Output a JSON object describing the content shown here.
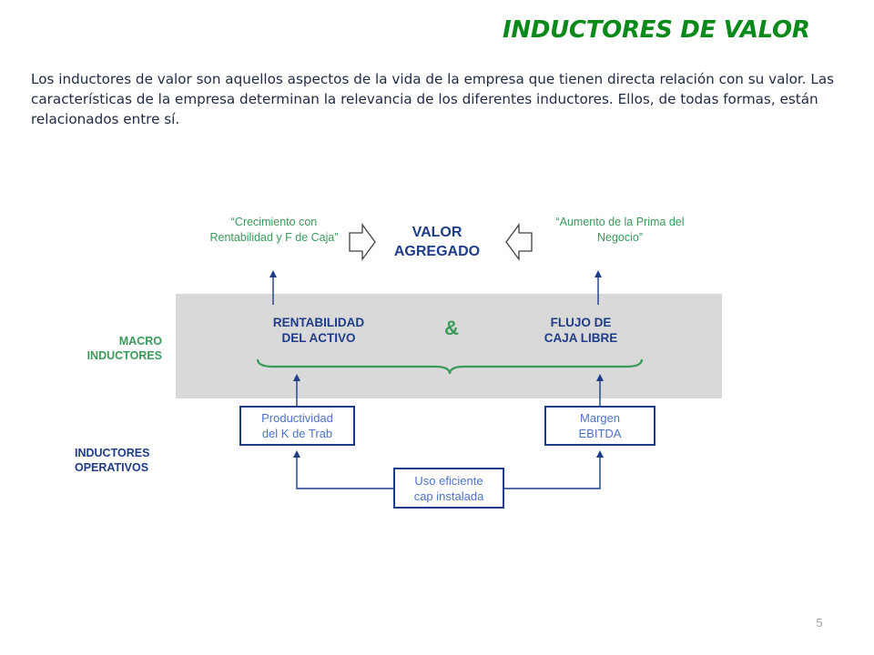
{
  "title": "INDUCTORES DE VALOR",
  "intro": "Los inductores de valor son aquellos aspectos de la vida de la empresa que tienen directa relación con su valor. Las características de la empresa determinan la relevancia de los diferentes inductores. Ellos, de todas formas, están relacionados entre sí.",
  "diagram": {
    "quote_left": [
      "“Crecimiento con",
      "Rentabilidad  y F de Caja”"
    ],
    "quote_right": [
      "“Aumento de la Prima del",
      "Negocio”"
    ],
    "valor_agregado": [
      "VALOR",
      "AGREGADO"
    ],
    "rentabilidad": [
      "RENTABILIDAD",
      "DEL ACTIVO"
    ],
    "ampersand": "&",
    "flujo": [
      "FLUJO DE",
      "CAJA LIBRE"
    ],
    "macro_label": [
      "MACRO",
      "INDUCTORES"
    ],
    "operativos_label": [
      "INDUCTORES",
      "OPERATIVOS"
    ],
    "productividad": [
      "Productividad",
      "del K de Trab"
    ],
    "margen": [
      "Margen",
      "EBITDA"
    ],
    "uso": [
      "Uso eficiente",
      "cap instalada"
    ]
  },
  "page_number": "5",
  "colors": {
    "title_green": "#0a8a1a",
    "label_green": "#3a9a5a",
    "navy": "#1f3c88",
    "box_text": "#4d73c9",
    "band_gray": "#d9d9d9"
  }
}
